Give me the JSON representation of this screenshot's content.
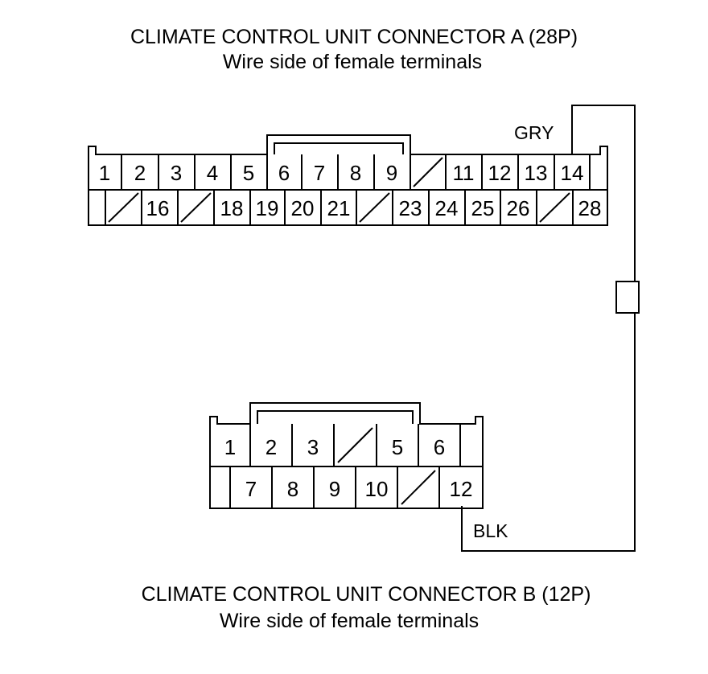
{
  "connector_a": {
    "title": "CLIMATE CONTROL UNIT CONNECTOR A (28P)",
    "subtitle": "Wire side of female terminals",
    "row1": [
      "1",
      "2",
      "3",
      "4",
      "5",
      "6",
      "7",
      "8",
      "9",
      "",
      "11",
      "12",
      "13",
      "14",
      ""
    ],
    "row2": [
      "",
      "",
      "16",
      "",
      "18",
      "19",
      "20",
      "21",
      "",
      "23",
      "24",
      "25",
      "26",
      "",
      "28"
    ],
    "wire_label": "GRY"
  },
  "connector_b": {
    "title": "CLIMATE CONTROL UNIT CONNECTOR B (12P)",
    "subtitle": "Wire side of female terminals",
    "row1": [
      "1",
      "2",
      "3",
      "",
      "5",
      "6",
      ""
    ],
    "row2": [
      "",
      "7",
      "8",
      "9",
      "10",
      "",
      "12"
    ],
    "wire_label": "BLK"
  }
}
